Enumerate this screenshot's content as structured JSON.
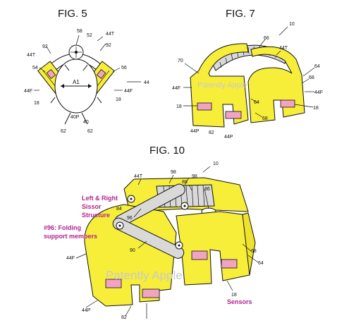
{
  "figures": {
    "fig5": {
      "title": "FIG. 5",
      "labels": {
        "r58": "58",
        "r52": "52",
        "r44T_left": "44T",
        "r44T_right": "44T",
        "r92_left": "92",
        "r92_right": "92",
        "r54": "54",
        "r56": "56",
        "r44": "44",
        "rA1": "A1",
        "r44F_left": "44F",
        "r44F_right": "44F",
        "r18_left": "18",
        "r18_right": "18",
        "r40P": "40P",
        "r40": "40",
        "r62_left": "62",
        "r62_right": "62"
      }
    },
    "fig7": {
      "title": "FIG. 7",
      "labels": {
        "r10": "10",
        "r66": "66",
        "r44T": "44T",
        "r70": "70",
        "r64_top": "64",
        "r64_mid": "64",
        "r68_right": "68",
        "r68_mid": "68",
        "r44F_left": "44F",
        "r44F_right": "44F",
        "r18_left": "18",
        "r18_right": "18",
        "r44P_left": "44P",
        "r44P_right": "44P",
        "r82": "82"
      }
    },
    "fig10": {
      "title": "FIG. 10",
      "labels": {
        "r10": "10",
        "r44T": "44T",
        "r98_a": "98",
        "r98_b": "98",
        "r88": "88",
        "r86": "86",
        "r84": "84",
        "r96": "96",
        "r90": "90",
        "r44F": "44F",
        "r68": "68",
        "r64": "64",
        "r18": "18",
        "r44P": "44P",
        "r82": "82"
      }
    }
  },
  "annotations": {
    "scissor": [
      "Left & Right",
      "Sissor",
      "Structure"
    ],
    "folding": [
      "#96: Folding",
      "support members"
    ],
    "sensors": "Sensors"
  },
  "watermarks": {
    "fig7": "Patently Apple",
    "fig10": "Patently Apple"
  },
  "colors": {
    "component_fill": "#f7ee3a",
    "sensor_fill": "#f1a3c4",
    "annotation_text": "#b0248f",
    "watermark": "#c9c9c9"
  }
}
